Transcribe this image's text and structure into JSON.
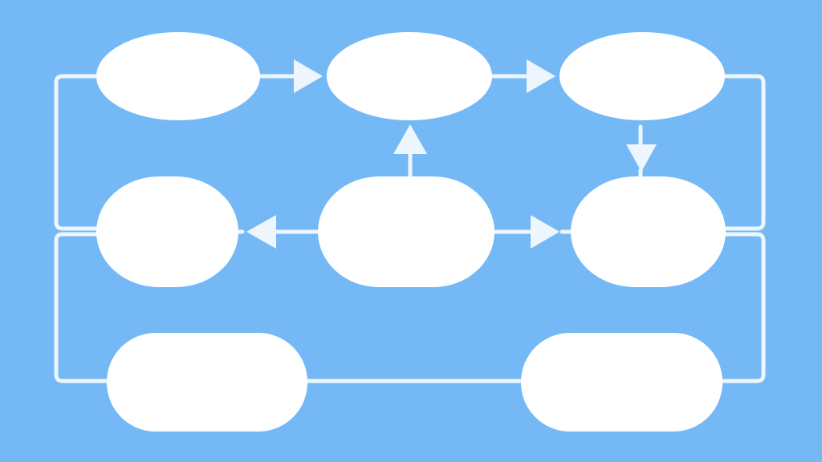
{
  "colors": {
    "background": "#74b9f5",
    "node_fill": "#ffffff",
    "connector": "#eef6fd"
  },
  "diagram": {
    "type": "flowchart",
    "labels_shown": false,
    "nodes": [
      {
        "id": "top-left",
        "shape": "ellipse"
      },
      {
        "id": "top-center",
        "shape": "ellipse"
      },
      {
        "id": "top-right",
        "shape": "ellipse"
      },
      {
        "id": "middle-left",
        "shape": "rounded-blob"
      },
      {
        "id": "middle-center",
        "shape": "rounded-blob"
      },
      {
        "id": "middle-right",
        "shape": "rounded-blob"
      },
      {
        "id": "bottom-left",
        "shape": "pill"
      },
      {
        "id": "bottom-right",
        "shape": "pill"
      }
    ],
    "edges": [
      {
        "from": "top-left",
        "to": "top-center",
        "arrow": true
      },
      {
        "from": "top-center",
        "to": "top-right",
        "arrow": true
      },
      {
        "from": "top-right",
        "to": "middle-right",
        "arrow": true
      },
      {
        "from": "middle-center",
        "to": "top-center",
        "arrow": true
      },
      {
        "from": "middle-center",
        "to": "middle-left",
        "arrow": true
      },
      {
        "from": "middle-center",
        "to": "middle-right",
        "arrow": true
      },
      {
        "from": "top-left",
        "to": "middle-left",
        "arrow": false
      },
      {
        "from": "top-right",
        "to": "middle-right",
        "arrow": false
      },
      {
        "from": "middle-left",
        "to": "bottom-left",
        "arrow": false
      },
      {
        "from": "middle-right",
        "to": "bottom-right",
        "arrow": false
      },
      {
        "from": "bottom-left",
        "to": "bottom-right",
        "arrow": false
      }
    ]
  }
}
